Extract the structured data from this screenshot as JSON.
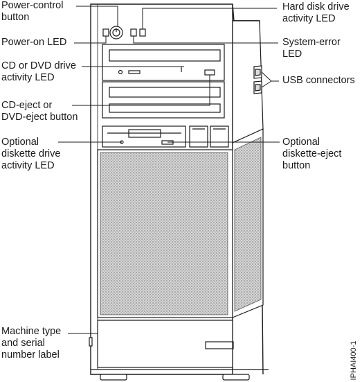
{
  "labels": {
    "power_control": [
      "Power-control",
      "button"
    ],
    "power_on_led": [
      "Power-on LED"
    ],
    "cd_dvd_activity": [
      "CD or DVD drive",
      "activity LED"
    ],
    "cd_eject": [
      "CD-eject or",
      "DVD-eject button"
    ],
    "diskette_led": [
      "Optional",
      "diskette drive",
      "activity LED"
    ],
    "machine_label": [
      "Machine type",
      "and serial",
      "number label"
    ],
    "hdd_led": [
      "Hard disk drive",
      "activity LED"
    ],
    "system_error": [
      "System-error",
      "LED"
    ],
    "usb": [
      "USB connectors"
    ],
    "diskette_eject": [
      "Optional",
      "diskette-eject",
      "button"
    ]
  },
  "figure_id": "IPHAI400-1",
  "colors": {
    "line": "#1a1a1a",
    "panel_fill": "#dcdcdc",
    "grille": "#b9b9b9",
    "bay_fill": "#f2f2f2"
  }
}
